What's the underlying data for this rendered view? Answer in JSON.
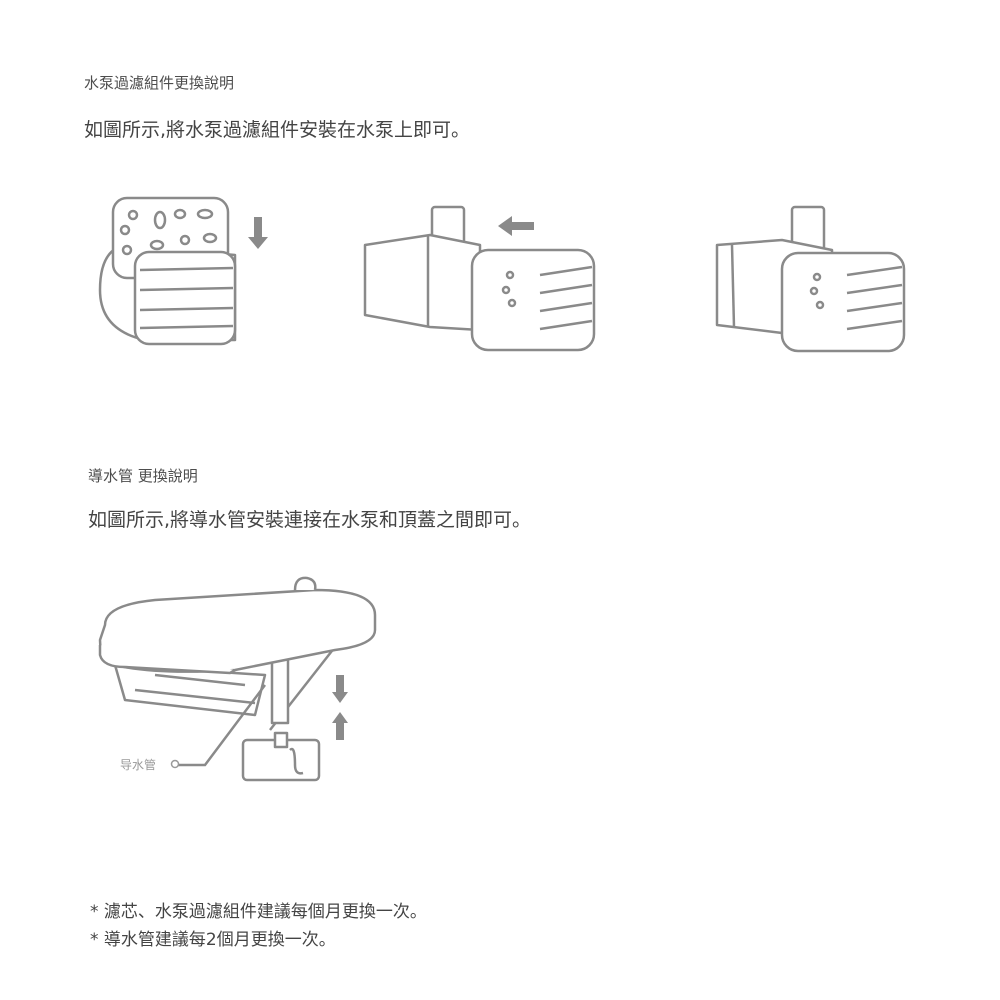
{
  "section1": {
    "title": "水泵過濾組件更換說明",
    "instruction": "如圖所示,將水泵過濾組件安裝在水泵上即可。"
  },
  "section2": {
    "title": "導水管 更換說明",
    "instruction": "如圖所示,將導水管安裝連接在水泵和頂蓋之間即可。",
    "callout_label": "导水管"
  },
  "notes": [
    "* 濾芯、水泵過濾組件建議每個月更換一次。",
    "* 導水管建議每2個月更換一次。"
  ],
  "icons": [
    "down-arrow-icon",
    "left-arrow-icon",
    "up-arrow-icon"
  ],
  "colors": {
    "line": "#8a8a8a",
    "text": "#444444"
  }
}
